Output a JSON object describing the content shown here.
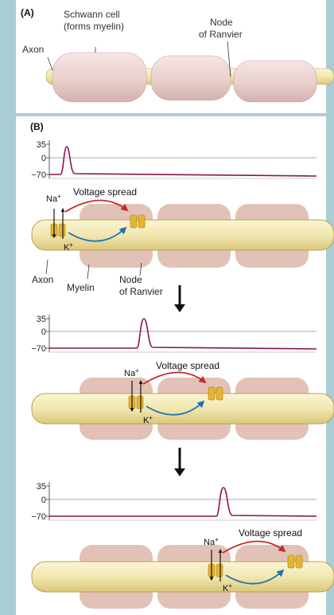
{
  "panel_a": {
    "label": "(A)",
    "axon_label": "Axon",
    "schwann_label_line1": "Schwann cell",
    "schwann_label_line2": "(forms myelin)",
    "node_label_line1": "Node",
    "node_label_line2": "of Ranvier"
  },
  "panel_b": {
    "label": "(B)",
    "y_ticks": [
      "35",
      "0",
      "−70"
    ],
    "na_label": "Na",
    "k_label": "K",
    "ion_charge": "+",
    "voltage_spread": "Voltage spread",
    "axon_label": "Axon",
    "myelin_label": "Myelin",
    "node_label_line1": "Node",
    "node_label_line2": "of Ranvier"
  },
  "colors": {
    "axon": "#f1e7b0",
    "axon_edge": "#b9a24e",
    "myelin": "#e2c2b6",
    "schwann": "#ecd5d3",
    "trace": "#8a1550",
    "red_arrow": "#c62828",
    "blue_arrow": "#1f73b7",
    "channel": "#e7b432"
  }
}
